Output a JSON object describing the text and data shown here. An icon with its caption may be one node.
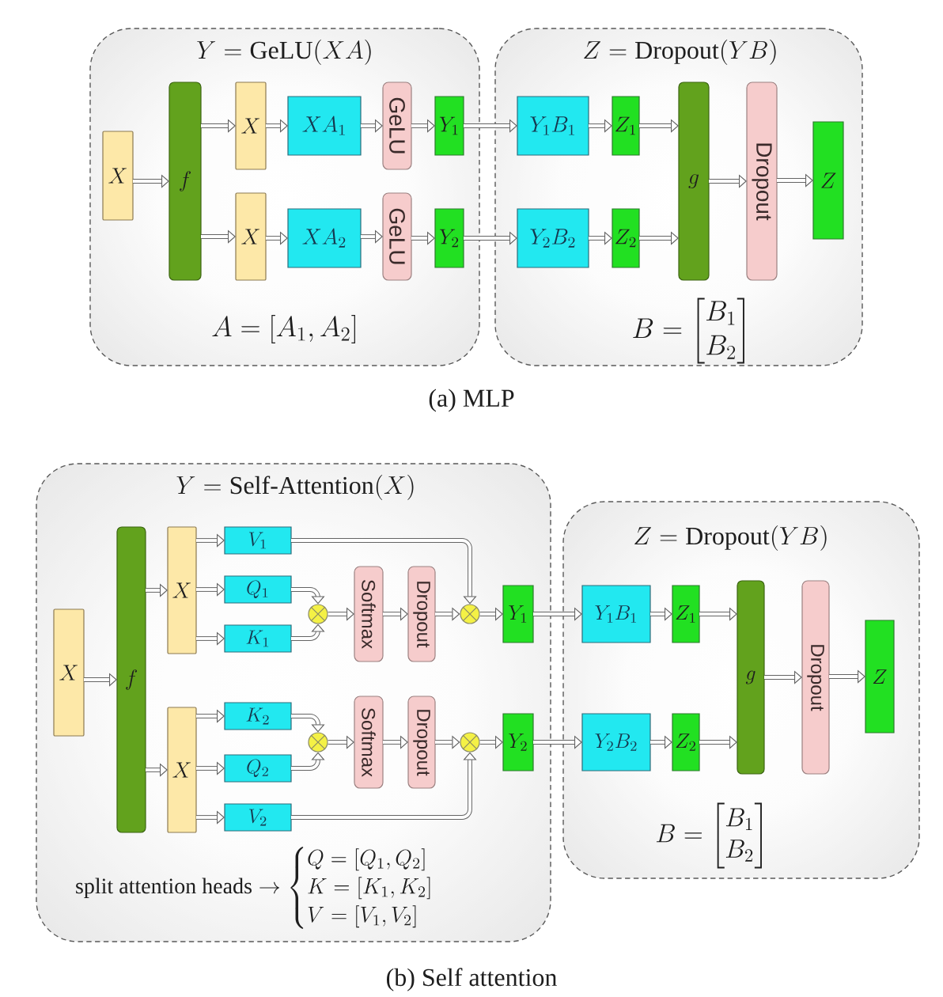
{
  "diagram": {
    "nodes": [
      {
        "text": [
          "Y = \\mathrm{GeLU}(XA)",
          "A = [A_1, A_2]"
        ]
      },
      {
        "text": [
          "X"
        ],
        "in": 0
      },
      {
        "text": [
          "f"
        ],
        "in": 0
      },
      {
        "text": [
          "X"
        ],
        "in": 0
      },
      {
        "text": [
          "X"
        ],
        "in": 0
      },
      {
        "text": [
          "XA_1"
        ],
        "in": 0
      },
      {
        "text": [
          "XA_2"
        ],
        "in": 0
      },
      {
        "text": [
          "GeLU"
        ],
        "in": 0
      },
      {
        "text": [
          "GeLU"
        ],
        "in": 0
      },
      {
        "text": [
          "Y_1"
        ],
        "in": 0
      },
      {
        "text": [
          "Y_2"
        ],
        "in": 0
      },
      {
        "text": [
          "Z = \\mathrm{Dropout}(YB)",
          "B = \\begin{bmatrix} B_1 \\\\ B_2 \\end{bmatrix}"
        ]
      },
      {
        "text": [
          "Y_1B_1"
        ],
        "in": 11
      },
      {
        "text": [
          "Y_2B_2"
        ],
        "in": 11
      },
      {
        "text": [
          "Z_1"
        ],
        "in": 11
      },
      {
        "text": [
          "Z_2"
        ],
        "in": 11
      },
      {
        "text": [
          "g"
        ],
        "in": 11
      },
      {
        "text": [
          "Dropout"
        ],
        "in": 11
      },
      {
        "text": [
          "Z"
        ],
        "in": 11
      },
      {
        "text": [
          "Y = \\text{Self-Attention}(X)",
          "\\text{split attention heads} \\rightarrow \\begin{cases} Q = [Q_1, Q_2] \\\\ K = [K_1, K_2] \\\\ V = [V_1, V_2] \\end{cases}"
        ]
      },
      {
        "text": [
          "X"
        ],
        "in": 19
      },
      {
        "text": [
          "f"
        ],
        "in": 19
      },
      {
        "text": [
          "X"
        ],
        "in": 19
      },
      {
        "text": [
          "X"
        ],
        "in": 19
      },
      {
        "text": [
          "V_1"
        ],
        "in": 19
      },
      {
        "text": [
          "Q_1"
        ],
        "in": 19
      },
      {
        "text": [
          "K_1"
        ],
        "in": 19
      },
      {
        "text": [
          "K_2"
        ],
        "in": 19
      },
      {
        "text": [
          "Q_2"
        ],
        "in": 19
      },
      {
        "text": [
          "V_2"
        ],
        "in": 19
      },
      {
        "text": [],
        "shape": "circle",
        "in": 19
      },
      {
        "text": [],
        "shape": "circle",
        "in": 19
      },
      {
        "text": [
          "Softmax"
        ],
        "in": 19
      },
      {
        "text": [
          "Softmax"
        ],
        "in": 19
      },
      {
        "text": [
          "Dropout"
        ],
        "in": 19
      },
      {
        "text": [
          "Dropout"
        ],
        "in": 19
      },
      {
        "text": [],
        "shape": "circle",
        "in": 19
      },
      {
        "text": [],
        "shape": "circle",
        "in": 19
      },
      {
        "text": [
          "Y_1"
        ],
        "in": 19
      },
      {
        "text": [
          "Y_2"
        ],
        "in": 19
      },
      {
        "text": [
          "Z = \\mathrm{Dropout}(YB)",
          "B = \\begin{bmatrix} B_1 \\\\ B_2 \\end{bmatrix}"
        ]
      },
      {
        "text": [
          "Y_1B_1"
        ],
        "in": 40
      },
      {
        "text": [
          "Y_2B_2"
        ],
        "in": 40
      },
      {
        "text": [
          "Z_1"
        ],
        "in": 40
      },
      {
        "text": [
          "Z_2"
        ],
        "in": 40
      },
      {
        "text": [
          "g"
        ],
        "in": 40
      },
      {
        "text": [
          "Dropout"
        ],
        "in": 40
      },
      {
        "text": [
          "Z"
        ],
        "in": 40
      }
    ],
    "edges": [
      {
        "from": 1,
        "to": 2,
        "arrow": "to"
      },
      {
        "from": 2,
        "to": 3,
        "arrow": "to"
      },
      {
        "from": 2,
        "to": 4,
        "arrow": "to"
      },
      {
        "from": 3,
        "to": 5,
        "arrow": "to"
      },
      {
        "from": 4,
        "to": 6,
        "arrow": "to"
      },
      {
        "from": 5,
        "to": 7,
        "arrow": "to"
      },
      {
        "from": 6,
        "to": 8,
        "arrow": "to"
      },
      {
        "from": 7,
        "to": 9,
        "arrow": "to"
      },
      {
        "from": 8,
        "to": 10,
        "arrow": "to"
      },
      {
        "from": 9,
        "to": 12,
        "arrow": "to"
      },
      {
        "from": 10,
        "to": 13,
        "arrow": "to"
      },
      {
        "from": 12,
        "to": 14,
        "arrow": "to"
      },
      {
        "from": 13,
        "to": 15,
        "arrow": "to"
      },
      {
        "from": 14,
        "to": 16,
        "arrow": "to"
      },
      {
        "from": 15,
        "to": 16,
        "arrow": "to"
      },
      {
        "from": 16,
        "to": 17,
        "arrow": "to"
      },
      {
        "from": 17,
        "to": 18,
        "arrow": "to"
      },
      {
        "from": 20,
        "to": 21,
        "arrow": "to"
      },
      {
        "from": 21,
        "to": 22,
        "arrow": "to"
      },
      {
        "from": 21,
        "to": 23,
        "arrow": "to"
      },
      {
        "from": 22,
        "to": 24,
        "arrow": "to"
      },
      {
        "from": 22,
        "to": 25,
        "arrow": "to"
      },
      {
        "from": 22,
        "to": 26,
        "arrow": "to"
      },
      {
        "from": 23,
        "to": 27,
        "arrow": "to"
      },
      {
        "from": 23,
        "to": 28,
        "arrow": "to"
      },
      {
        "from": 23,
        "to": 29,
        "arrow": "to"
      },
      {
        "from": 25,
        "to": 30,
        "arrow": "to"
      },
      {
        "from": 26,
        "to": 30,
        "arrow": "to"
      },
      {
        "from": 27,
        "to": 31,
        "arrow": "to"
      },
      {
        "from": 28,
        "to": 31,
        "arrow": "to"
      },
      {
        "from": 30,
        "to": 32,
        "arrow": "to"
      },
      {
        "from": 31,
        "to": 33,
        "arrow": "to"
      },
      {
        "from": 32,
        "to": 34,
        "arrow": "to"
      },
      {
        "from": 33,
        "to": 35,
        "arrow": "to"
      },
      {
        "from": 34,
        "to": 36,
        "arrow": "to"
      },
      {
        "from": 35,
        "to": 37,
        "arrow": "to"
      },
      {
        "from": 24,
        "to": 36,
        "arrow": "to"
      },
      {
        "from": 29,
        "to": 37,
        "arrow": "to"
      },
      {
        "from": 36,
        "to": 38,
        "arrow": "to"
      },
      {
        "from": 37,
        "to": 39,
        "arrow": "to"
      },
      {
        "from": 38,
        "to": 41,
        "arrow": "to"
      },
      {
        "from": 39,
        "to": 42,
        "arrow": "to"
      },
      {
        "from": 41,
        "to": 43,
        "arrow": "to"
      },
      {
        "from": 42,
        "to": 44,
        "arrow": "to"
      },
      {
        "from": 43,
        "to": 45,
        "arrow": "to"
      },
      {
        "from": 44,
        "to": 45,
        "arrow": "to"
      },
      {
        "from": 45,
        "to": 46,
        "arrow": "to"
      },
      {
        "from": 46,
        "to": 47,
        "arrow": "to"
      }
    ],
    "labels": [
      "(a) MLP",
      "(b) Self attention"
    ]
  }
}
